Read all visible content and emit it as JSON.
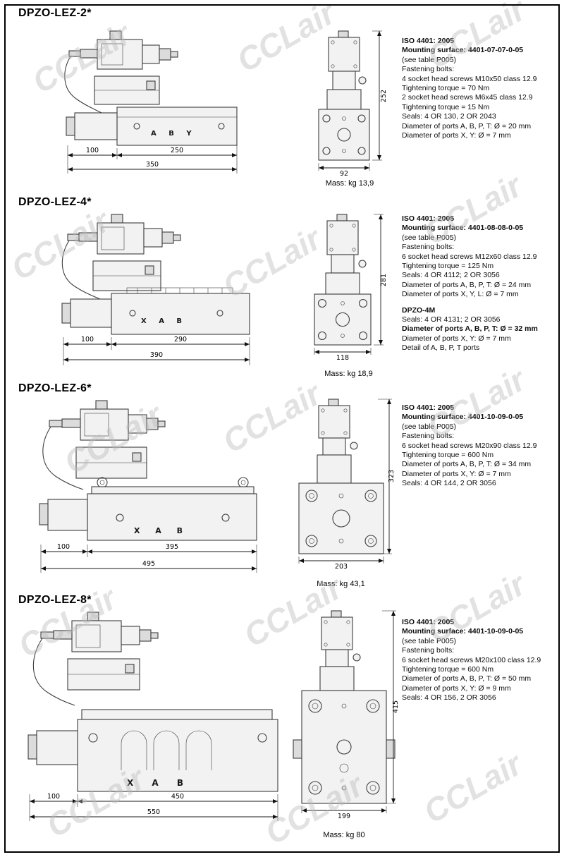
{
  "watermark": "CCLair",
  "sections": [
    {
      "title": "DPZO-LEZ-2*",
      "ports": "A B Y",
      "dims": {
        "d1": "100",
        "d2": "250",
        "total": "350",
        "front_w": "92",
        "front_h": "252"
      },
      "mass": "Mass: kg 13,9",
      "specs": [
        "ISO 4401: 2005",
        "Mounting surface: 4401-07-07-0-05",
        "(see table P005)",
        "Fastening bolts:",
        "4 socket head screws M10x50 class 12.9",
        "Tightening torque = 70 Nm",
        "2 socket head screws M6x45 class 12.9",
        "Tightening torque = 15 Nm",
        "Seals: 4 OR 130, 2 OR 2043",
        "Diameter of ports A, B, P, T: Ø = 20 mm",
        "Diameter of ports X, Y: Ø = 7 mm"
      ]
    },
    {
      "title": "DPZO-LEZ-4*",
      "ports": "X A B",
      "dims": {
        "d1": "100",
        "d2": "290",
        "total": "390",
        "front_w": "118",
        "front_h": "281"
      },
      "mass": "Mass: kg 18,9",
      "specs": [
        "ISO 4401: 2005",
        "Mounting surface: 4401-08-08-0-05",
        "(see table P005)",
        "Fastening bolts:",
        "6 socket head screws M12x60 class 12.9",
        "Tightening torque = 125 Nm",
        "Seals: 4 OR 4112; 2 OR 3056",
        "Diameter of ports A, B, P, T: Ø = 24 mm",
        "Diameter of ports X, Y, L: Ø = 7 mm",
        "DPZO-4M",
        "Seals: 4 OR 4131; 2 OR 3056",
        "Diameter of ports A, B, P, T: Ø = 32 mm",
        "Diameter of ports X, Y: Ø = 7 mm",
        "Detail of A, B, P, T ports"
      ]
    },
    {
      "title": "DPZO-LEZ-6*",
      "ports": "X A B",
      "dims": {
        "d1": "100",
        "d2": "395",
        "total": "495",
        "front_w": "203",
        "front_h": "323"
      },
      "mass": "Mass: kg 43,1",
      "specs": [
        "ISO 4401: 2005",
        "Mounting surface: 4401-10-09-0-05",
        "(see table P005)",
        "Fastening bolts:",
        "6 socket head screws M20x90 class 12.9",
        "Tightening torque = 600 Nm",
        "Diameter of ports A, B, P, T: Ø = 34 mm",
        "Diameter of ports X, Y: Ø = 7 mm",
        "Seals: 4 OR 144, 2 OR 3056"
      ]
    },
    {
      "title": "DPZO-LEZ-8*",
      "ports": "X A B",
      "dims": {
        "d1": "100",
        "d2": "450",
        "total": "550",
        "front_w": "199",
        "front_h": "415"
      },
      "mass": "Mass: kg 80",
      "specs": [
        "ISO 4401: 2005",
        "Mounting surface: 4401-10-09-0-05",
        "(see table P005)",
        "Fastening bolts:",
        "6 socket head screws M20x100 class 12.9",
        "Tightening torque = 600 Nm",
        "Diameter of ports A, B, P, T: Ø = 50 mm",
        "Diameter of ports X, Y: Ø = 9 mm",
        "Seals: 4 OR 156, 2 OR 3056"
      ]
    }
  ]
}
